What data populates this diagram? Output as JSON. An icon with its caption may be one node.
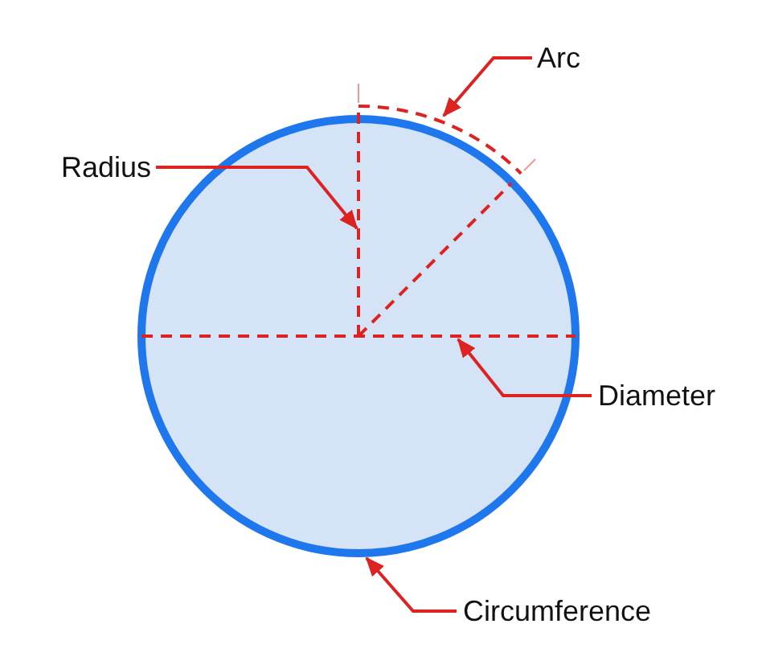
{
  "diagram": {
    "nodes": [
      {
        "text": [
          "Arc"
        ]
      },
      {
        "text": [],
        "shape": "arc"
      },
      {
        "text": [
          "Radius"
        ]
      },
      {
        "text": [],
        "shape": "line",
        "in": 7
      },
      {
        "text": [
          "Diameter"
        ]
      },
      {
        "text": [],
        "shape": "line",
        "in": 7
      },
      {
        "text": [
          "Circumference"
        ]
      },
      {
        "text": [],
        "shape": "circle"
      }
    ],
    "edges": [
      {
        "from": 0,
        "to": 1,
        "arrow": "to"
      },
      {
        "from": 2,
        "to": 3,
        "arrow": "to"
      },
      {
        "from": 4,
        "to": 5,
        "arrow": "to"
      },
      {
        "from": 6,
        "to": 7,
        "arrow": "to"
      }
    ]
  }
}
